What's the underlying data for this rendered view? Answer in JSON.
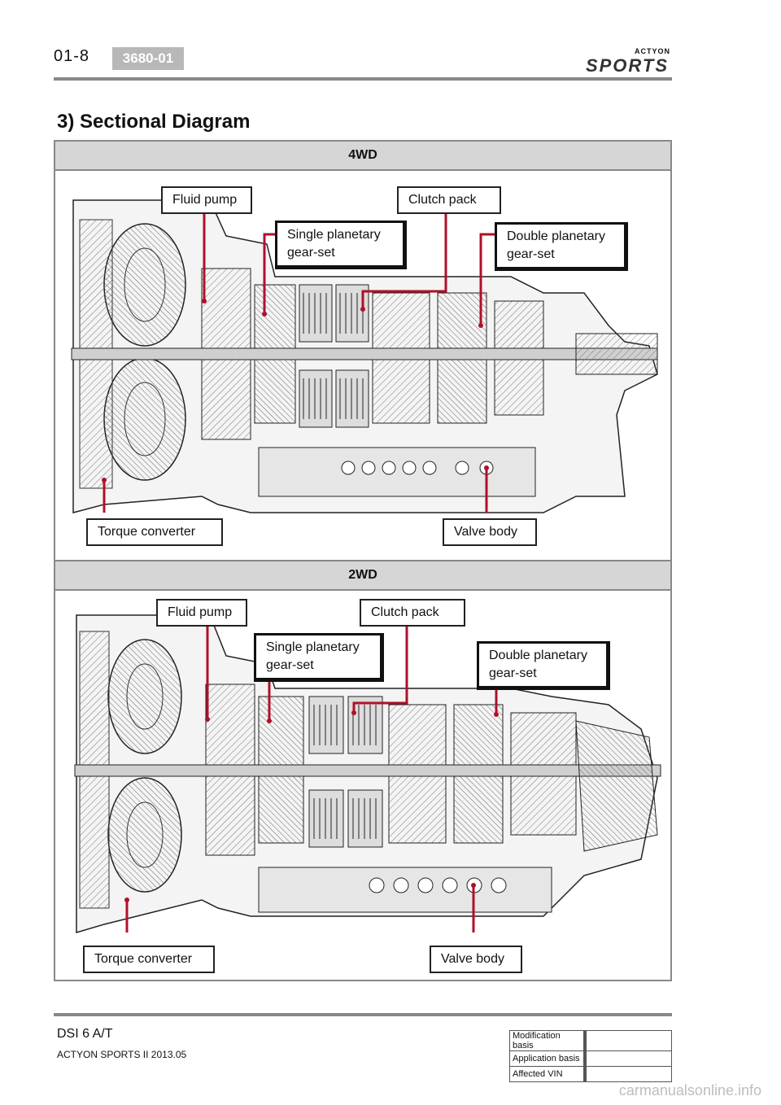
{
  "header": {
    "page_number": "01-8",
    "code": "3680-01",
    "logo_small": "ACTYON",
    "logo_big": "SPORTS"
  },
  "section_title": "3) Sectional Diagram",
  "panel_4wd": {
    "title": "4WD",
    "labels": {
      "fluid_pump": "Fluid pump",
      "clutch_pack": "Clutch pack",
      "single_planetary_1": "Single planetary",
      "single_planetary_2": "gear-set",
      "double_planetary_1": "Double planetary",
      "double_planetary_2": "gear-set",
      "torque_converter": "Torque converter",
      "valve_body": "Valve body"
    }
  },
  "panel_2wd": {
    "title": "2WD",
    "labels": {
      "fluid_pump": "Fluid pump",
      "clutch_pack": "Clutch pack",
      "single_planetary_1": "Single planetary",
      "single_planetary_2": "gear-set",
      "double_planetary_1": "Double planetary",
      "double_planetary_2": "gear-set",
      "torque_converter": "Torque converter",
      "valve_body": "Valve body"
    }
  },
  "footer": {
    "model": "DSI 6 A/T",
    "vehicle": "ACTYON SPORTS II 2013.05",
    "table": [
      {
        "key": "Modification basis",
        "value": ""
      },
      {
        "key": "Application basis",
        "value": ""
      },
      {
        "key": "Affected VIN",
        "value": ""
      }
    ]
  },
  "watermark": "carmanualsonline.info",
  "colors": {
    "leader": "#b0102a",
    "band": "#d6d6d6",
    "border": "#888888"
  }
}
